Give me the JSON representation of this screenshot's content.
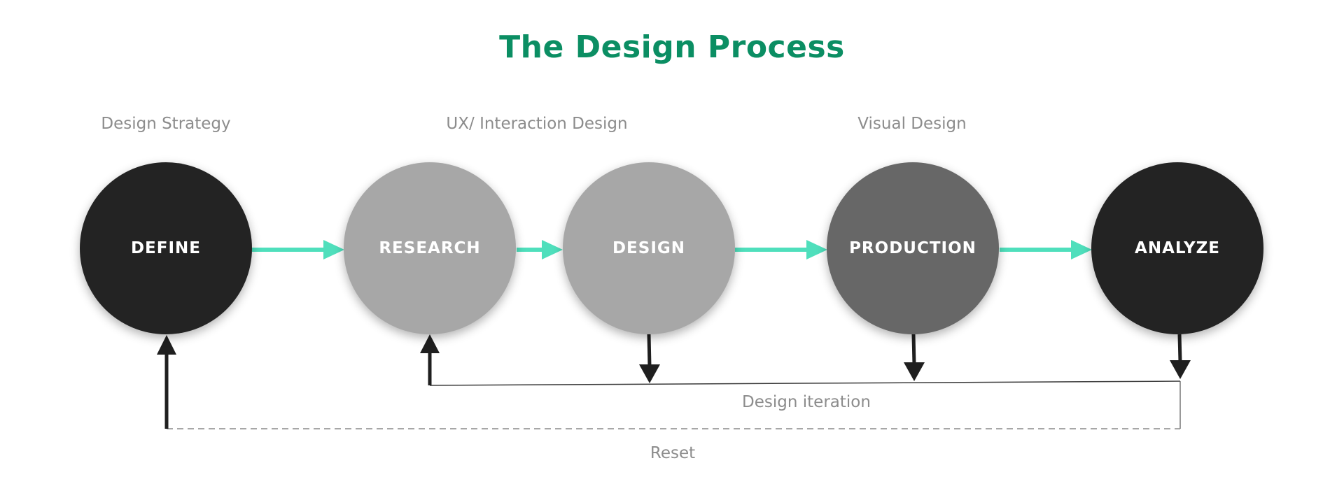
{
  "title": "The Design Process",
  "groups": {
    "strategy": "Design Strategy",
    "ux": "UX/ Interaction Design",
    "visual": "Visual Design"
  },
  "stages": [
    {
      "label": "DEFINE",
      "color": "#232323"
    },
    {
      "label": "RESEARCH",
      "color": "#a7a7a7"
    },
    {
      "label": "DESIGN",
      "color": "#a7a7a7"
    },
    {
      "label": "PRODUCTION",
      "color": "#676767"
    },
    {
      "label": "ANALYZE",
      "color": "#232323"
    }
  ],
  "loops": {
    "iteration": "Design iteration",
    "reset": "Reset"
  },
  "colors": {
    "title": "#0b8e63",
    "flow_arrow": "#4fdfbc",
    "loop_arrow": "#1f1f1f",
    "label_gray": "#8c8c8c"
  }
}
